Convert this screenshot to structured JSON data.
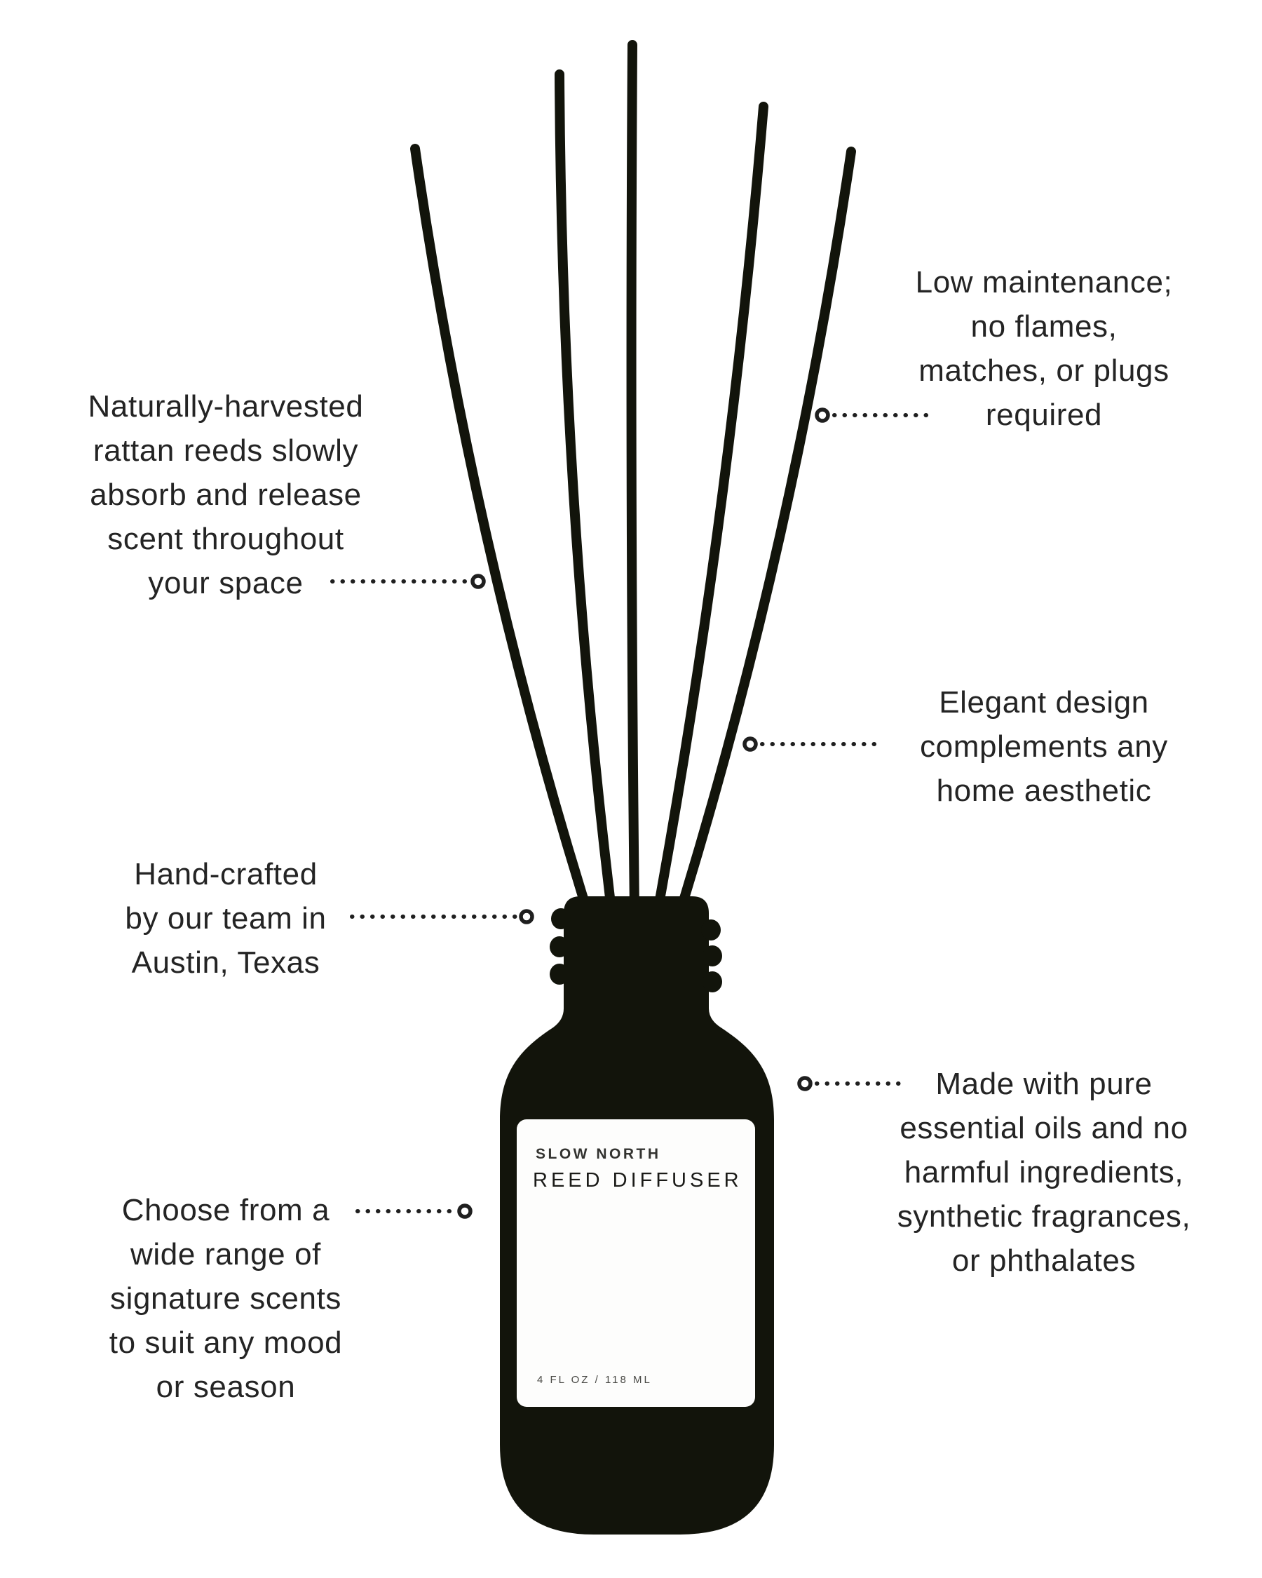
{
  "colors": {
    "background": "#ffffff",
    "ink": "#12140b",
    "text": "#242424",
    "leader": "#1f1f1f"
  },
  "annotations": {
    "rattan": {
      "lines": [
        "Naturally-harvested",
        "rattan reeds slowly",
        "absorb and release",
        "scent throughout",
        "your space"
      ]
    },
    "low_maintenance": {
      "lines": [
        "Low maintenance;",
        "no flames,",
        "matches, or plugs",
        "required"
      ]
    },
    "elegant": {
      "lines": [
        "Elegant design",
        "complements any",
        "home aesthetic"
      ]
    },
    "handcrafted": {
      "lines": [
        "Hand-crafted",
        "by our team in",
        "Austin, Texas"
      ]
    },
    "pure_oils": {
      "lines": [
        "Made with pure",
        "essential oils and no",
        "harmful ingredients,",
        "synthetic fragrances,",
        "or phthalates"
      ]
    },
    "scents": {
      "lines": [
        "Choose from a",
        "wide range of",
        "signature scents",
        "to suit any mood",
        "or season"
      ]
    }
  },
  "bottle_label": {
    "brand": "SLOW NORTH",
    "product": "REED DIFFUSER",
    "volume": "4 FL OZ / 118 ML"
  }
}
